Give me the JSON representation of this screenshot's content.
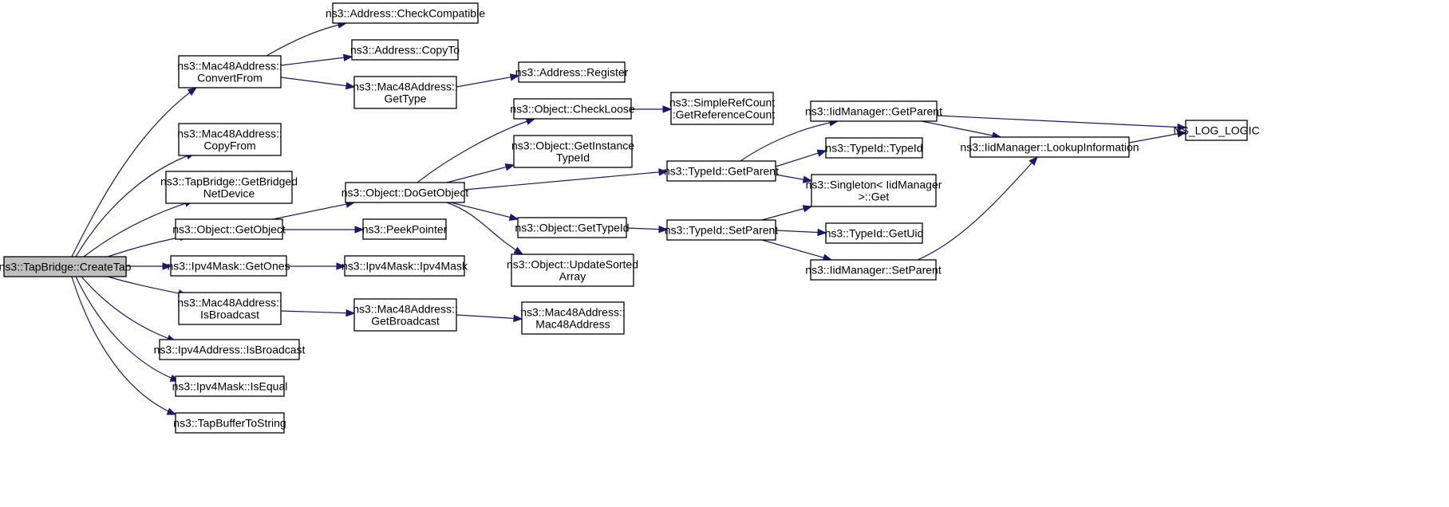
{
  "graph": {
    "type": "call-graph",
    "root": "createtap",
    "colors": {
      "edge": "#191970",
      "node_border": "#000000",
      "node_fill": "#ffffff",
      "root_fill": "#bfbfbf"
    },
    "nodes": [
      {
        "id": "createtap",
        "lines": [
          "ns3::TapBridge::CreateTap"
        ],
        "root": true
      },
      {
        "id": "mac48-convertfrom",
        "lines": [
          "ns3::Mac48Address::",
          "ConvertFrom"
        ]
      },
      {
        "id": "mac48-copyfrom",
        "lines": [
          "ns3::Mac48Address::",
          "CopyFrom"
        ]
      },
      {
        "id": "getbridgednetdevice",
        "lines": [
          "ns3::TapBridge::GetBridged",
          "NetDevice"
        ]
      },
      {
        "id": "object-getobject",
        "lines": [
          "ns3::Object::GetObject"
        ]
      },
      {
        "id": "ipv4mask-getones",
        "lines": [
          "ns3::Ipv4Mask::GetOnes"
        ]
      },
      {
        "id": "mac48-isbroadcast",
        "lines": [
          "ns3::Mac48Address::",
          "IsBroadcast"
        ]
      },
      {
        "id": "ipv4addr-isbroadcast",
        "lines": [
          "ns3::Ipv4Address::IsBroadcast"
        ]
      },
      {
        "id": "ipv4mask-isequal",
        "lines": [
          "ns3::Ipv4Mask::IsEqual"
        ]
      },
      {
        "id": "tapbuffertostring",
        "lines": [
          "ns3::TapBufferToString"
        ]
      },
      {
        "id": "address-checkcompatible",
        "lines": [
          "ns3::Address::CheckCompatible"
        ]
      },
      {
        "id": "address-copyto",
        "lines": [
          "ns3::Address::CopyTo"
        ]
      },
      {
        "id": "mac48-gettype",
        "lines": [
          "ns3::Mac48Address::",
          "GetType"
        ]
      },
      {
        "id": "address-register",
        "lines": [
          "ns3::Address::Register"
        ]
      },
      {
        "id": "object-dogetobject",
        "lines": [
          "ns3::Object::DoGetObject"
        ]
      },
      {
        "id": "peekpointer",
        "lines": [
          "ns3::PeekPointer"
        ]
      },
      {
        "id": "ipv4mask-ctor",
        "lines": [
          "ns3::Ipv4Mask::Ipv4Mask"
        ]
      },
      {
        "id": "mac48-getbroadcast",
        "lines": [
          "ns3::Mac48Address::",
          "GetBroadcast"
        ]
      },
      {
        "id": "mac48-ctor",
        "lines": [
          "ns3::Mac48Address::",
          "Mac48Address"
        ]
      },
      {
        "id": "object-checkloose",
        "lines": [
          "ns3::Object::CheckLoose"
        ]
      },
      {
        "id": "object-getinstancetypeid",
        "lines": [
          "ns3::Object::GetInstance",
          "TypeId"
        ]
      },
      {
        "id": "object-gettypeid",
        "lines": [
          "ns3::Object::GetTypeId"
        ]
      },
      {
        "id": "object-updatesortedarray",
        "lines": [
          "ns3::Object::UpdateSorted",
          "Array"
        ]
      },
      {
        "id": "simplerefcount-getreferencecount",
        "lines": [
          "ns3::SimpleRefCount",
          "::GetReferenceCount"
        ]
      },
      {
        "id": "typeid-getparent",
        "lines": [
          "ns3::TypeId::GetParent"
        ]
      },
      {
        "id": "typeid-setparent",
        "lines": [
          "ns3::TypeId::SetParent"
        ]
      },
      {
        "id": "iidmanager-getparent",
        "lines": [
          "ns3::IidManager::GetParent"
        ]
      },
      {
        "id": "typeid-typeid",
        "lines": [
          "ns3::TypeId::TypeId"
        ]
      },
      {
        "id": "singleton-get",
        "lines": [
          "ns3::Singleton< IidManager",
          " >::Get"
        ]
      },
      {
        "id": "typeid-getuid",
        "lines": [
          "ns3::TypeId::GetUid"
        ]
      },
      {
        "id": "iidmanager-setparent",
        "lines": [
          "ns3::IidManager::SetParent"
        ]
      },
      {
        "id": "iidmanager-lookupinformation",
        "lines": [
          "ns3::IidManager::LookupInformation"
        ]
      },
      {
        "id": "ns-log-logic",
        "lines": [
          "NS_LOG_LOGIC"
        ]
      }
    ],
    "edges": [
      [
        "createtap",
        "mac48-convertfrom"
      ],
      [
        "createtap",
        "mac48-copyfrom"
      ],
      [
        "createtap",
        "getbridgednetdevice"
      ],
      [
        "createtap",
        "object-getobject"
      ],
      [
        "createtap",
        "ipv4mask-getones"
      ],
      [
        "createtap",
        "mac48-isbroadcast"
      ],
      [
        "createtap",
        "ipv4addr-isbroadcast"
      ],
      [
        "createtap",
        "ipv4mask-isequal"
      ],
      [
        "createtap",
        "tapbuffertostring"
      ],
      [
        "mac48-convertfrom",
        "address-checkcompatible"
      ],
      [
        "mac48-convertfrom",
        "address-copyto"
      ],
      [
        "mac48-convertfrom",
        "mac48-gettype"
      ],
      [
        "mac48-gettype",
        "address-register"
      ],
      [
        "object-getobject",
        "object-dogetobject"
      ],
      [
        "object-getobject",
        "peekpointer"
      ],
      [
        "ipv4mask-getones",
        "ipv4mask-ctor"
      ],
      [
        "mac48-isbroadcast",
        "mac48-getbroadcast"
      ],
      [
        "mac48-getbroadcast",
        "mac48-ctor"
      ],
      [
        "object-dogetobject",
        "object-checkloose"
      ],
      [
        "object-dogetobject",
        "object-getinstancetypeid"
      ],
      [
        "object-dogetobject",
        "typeid-getparent"
      ],
      [
        "object-dogetobject",
        "object-gettypeid"
      ],
      [
        "object-dogetobject",
        "object-updatesortedarray"
      ],
      [
        "object-checkloose",
        "simplerefcount-getreferencecount"
      ],
      [
        "object-gettypeid",
        "typeid-setparent"
      ],
      [
        "typeid-getparent",
        "iidmanager-getparent"
      ],
      [
        "typeid-getparent",
        "typeid-typeid"
      ],
      [
        "typeid-getparent",
        "singleton-get"
      ],
      [
        "typeid-setparent",
        "singleton-get"
      ],
      [
        "typeid-setparent",
        "typeid-getuid"
      ],
      [
        "typeid-setparent",
        "iidmanager-setparent"
      ],
      [
        "iidmanager-getparent",
        "ns-log-logic"
      ],
      [
        "iidmanager-getparent",
        "iidmanager-lookupinformation"
      ],
      [
        "iidmanager-setparent",
        "iidmanager-lookupinformation"
      ],
      [
        "iidmanager-lookupinformation",
        "ns-log-logic"
      ]
    ]
  }
}
